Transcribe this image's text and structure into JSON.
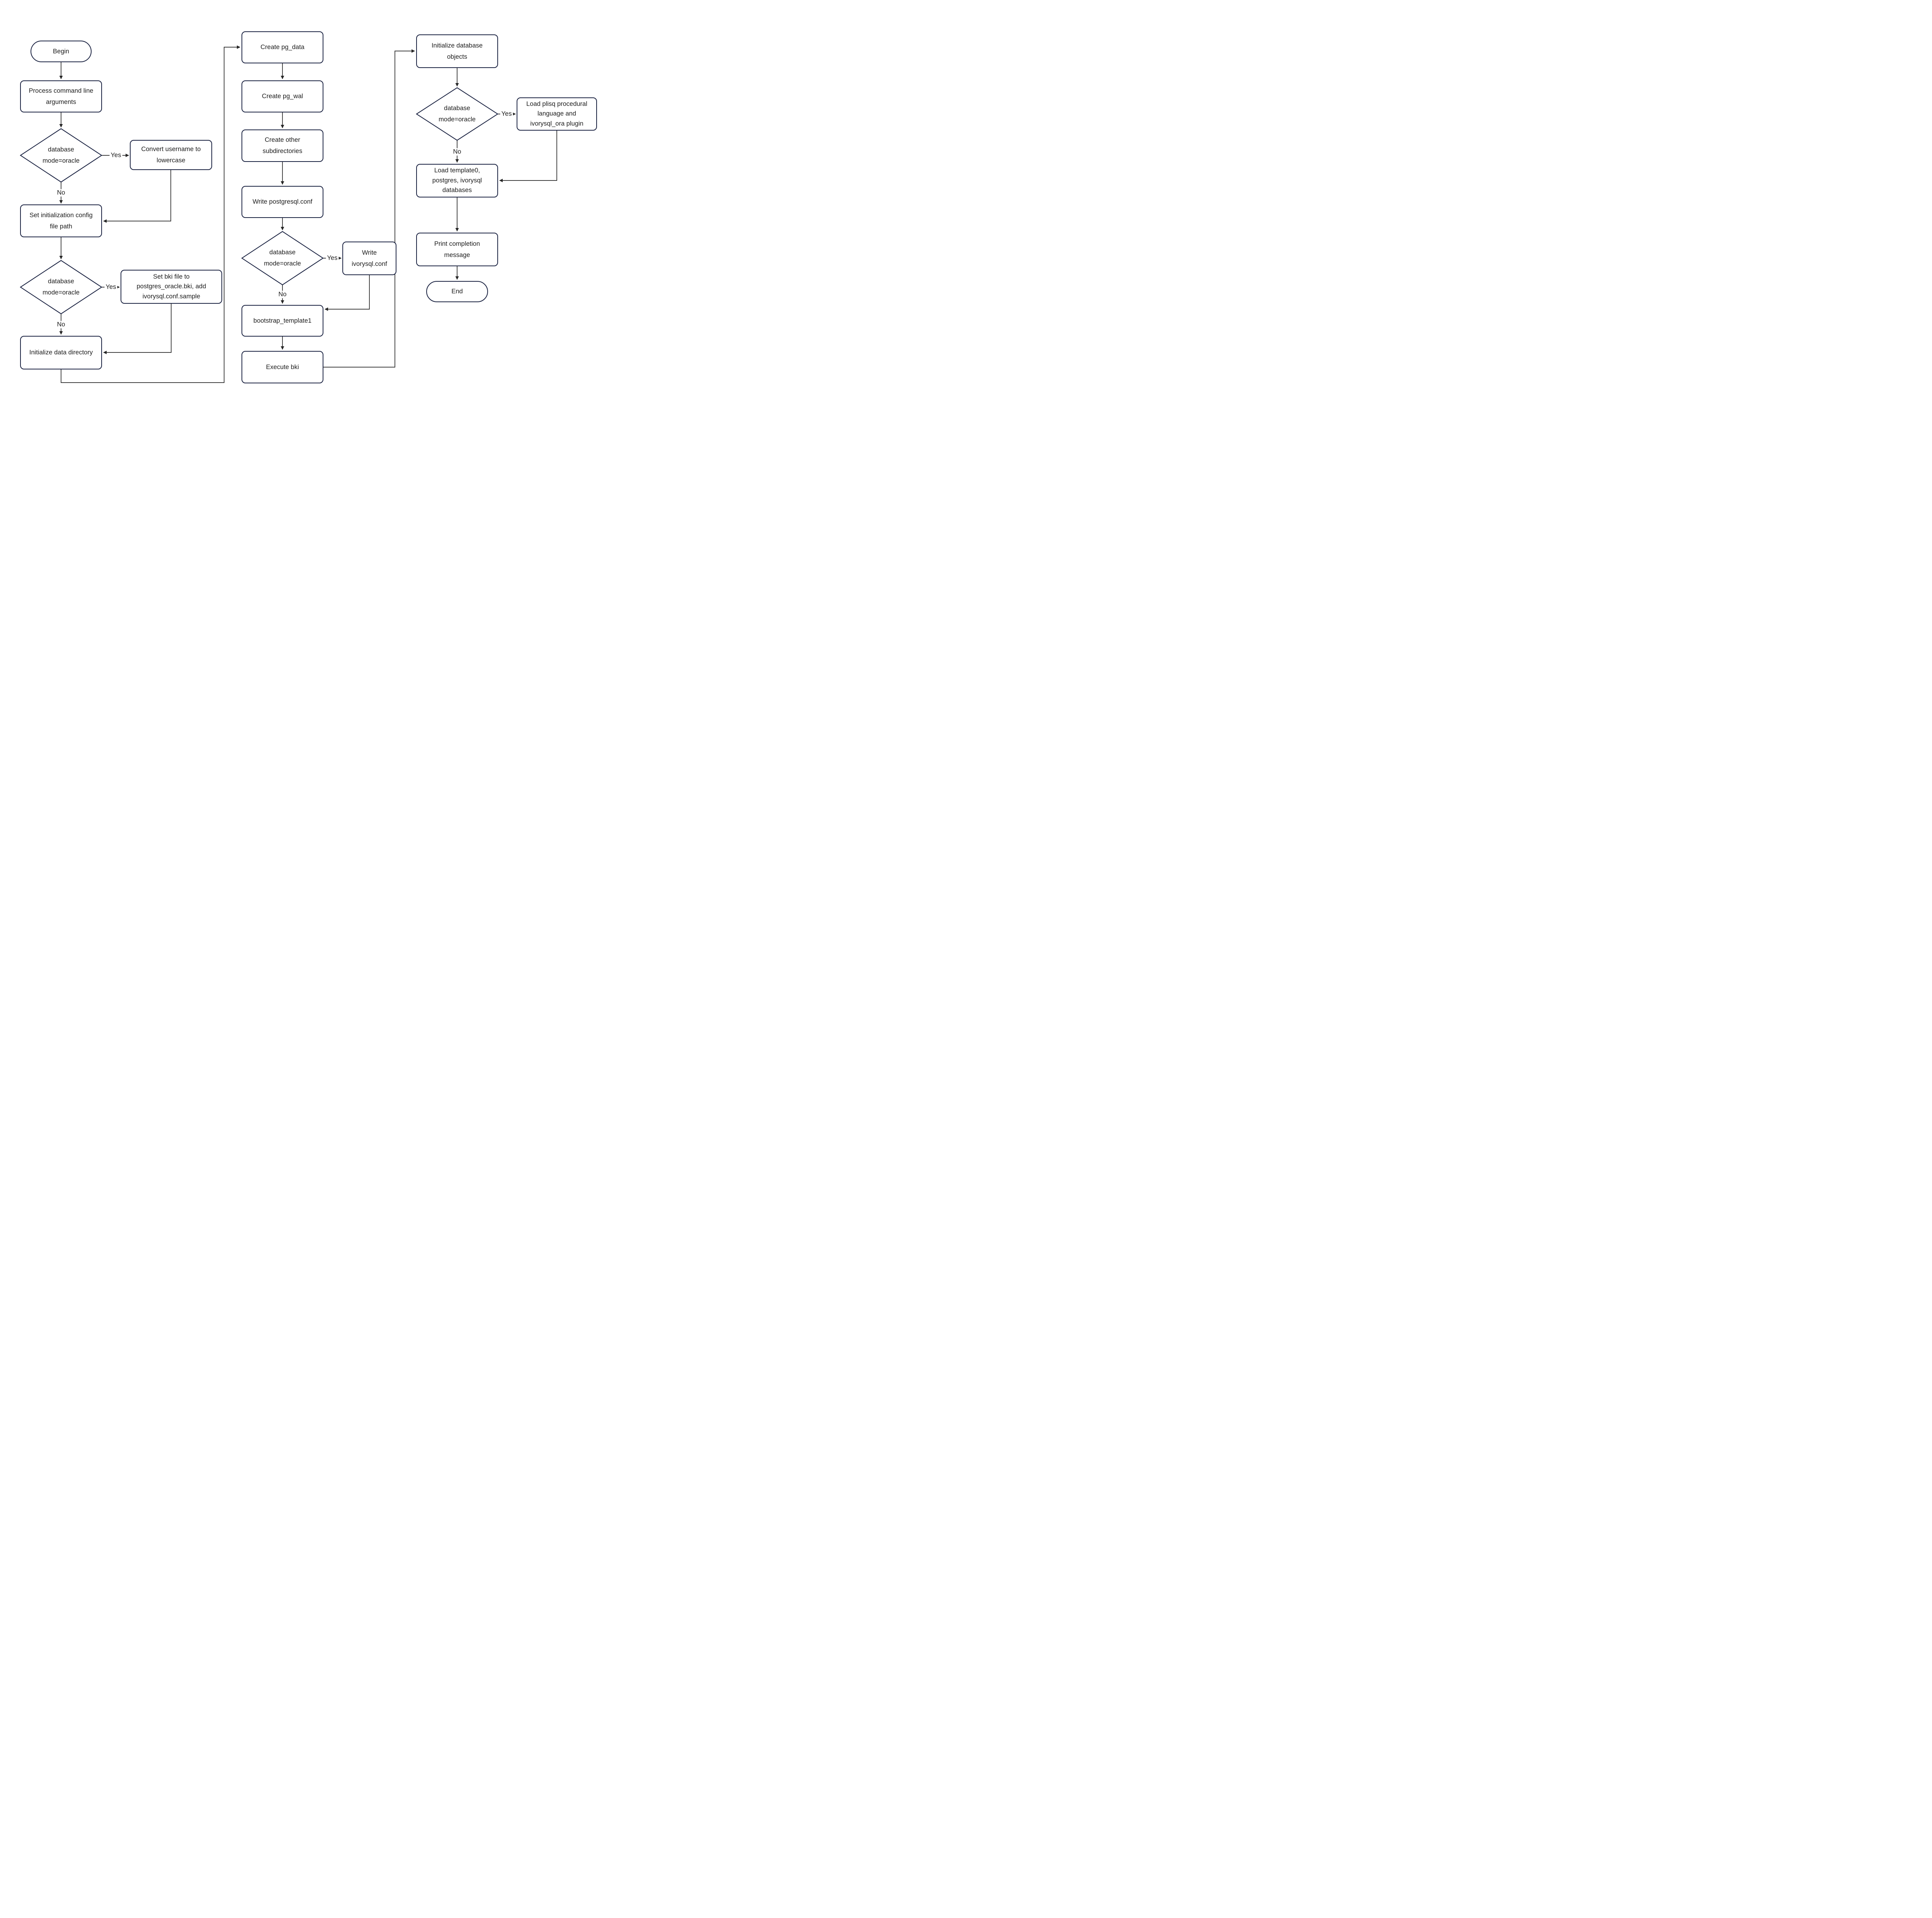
{
  "colors": {
    "border": "#1b2342",
    "line": "#262626",
    "text": "#1c1c1c",
    "background": "#ffffff"
  },
  "nodes": {
    "begin": "Begin",
    "process_args": "Process command line arguments",
    "d1": "database mode=oracle",
    "convert_username": "Convert username to lowercase",
    "set_init_config": "Set initialization config file path",
    "d2": "database mode=oracle",
    "set_bki": "Set bki file to postgres_oracle.bki, add ivorysql.conf.sample",
    "init_data_dir": "Initialize data directory",
    "create_pg_data": "Create pg_data",
    "create_pg_wal": "Create pg_wal",
    "create_subdirs": "Create other subdirectories",
    "write_postgresql_conf": "Write postgresql.conf",
    "d3": "database mode=oracle",
    "write_ivorysql_conf": "Write ivorysql.conf",
    "bootstrap_template1": "bootstrap_template1",
    "execute_bki": "Execute bki",
    "init_db_objects": "Initialize database objects",
    "d4": "database mode=oracle",
    "load_plisq": "Load plisq procedural language and ivorysql_ora plugin",
    "load_template0": "Load template0, postgres, ivorysql databases",
    "print_completion": "Print completion message",
    "end": "End"
  },
  "edge_labels": {
    "d1_yes": "Yes",
    "d1_no": "No",
    "d2_yes": "Yes",
    "d2_no": "No",
    "d3_yes": "Yes",
    "d3_no": "No",
    "d4_yes": "Yes",
    "d4_no": "No"
  }
}
